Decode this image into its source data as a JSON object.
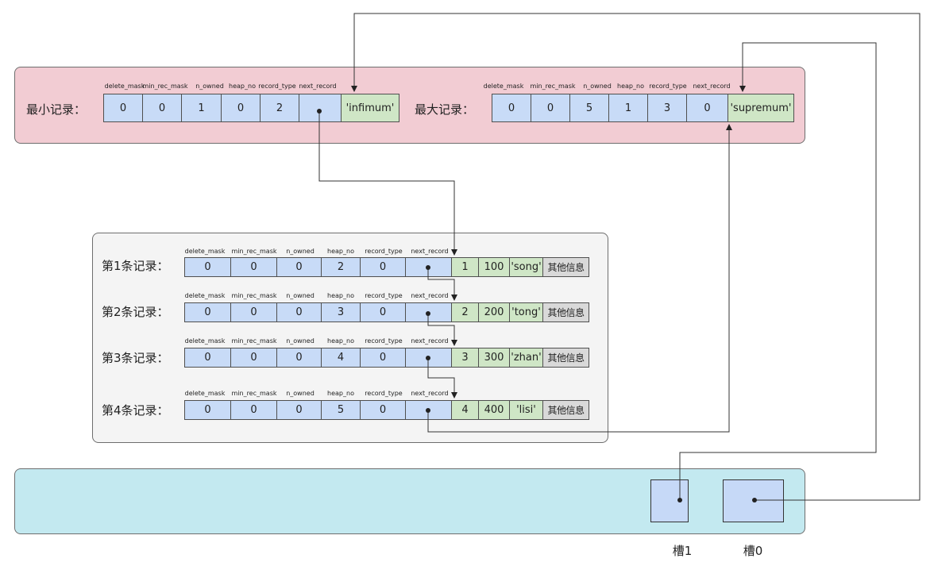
{
  "header_fields": [
    "delete_mask",
    "min_rec_mask",
    "n_owned",
    "heap_no",
    "record_type",
    "next_record"
  ],
  "infimum": {
    "label": "最小记录：",
    "values": [
      "0",
      "0",
      "1",
      "0",
      "2",
      ""
    ],
    "data": "'infimum'"
  },
  "supremum": {
    "label": "最大记录：",
    "values": [
      "0",
      "0",
      "5",
      "1",
      "3",
      "0"
    ],
    "data": "'supremum'"
  },
  "records": [
    {
      "label": "第1条记录：",
      "values": [
        "0",
        "0",
        "0",
        "2",
        "0",
        ""
      ],
      "id": "1",
      "num": "100",
      "name": "'song'",
      "other": "其他信息"
    },
    {
      "label": "第2条记录：",
      "values": [
        "0",
        "0",
        "0",
        "3",
        "0",
        ""
      ],
      "id": "2",
      "num": "200",
      "name": "'tong'",
      "other": "其他信息"
    },
    {
      "label": "第3条记录：",
      "values": [
        "0",
        "0",
        "0",
        "4",
        "0",
        ""
      ],
      "id": "3",
      "num": "300",
      "name": "'zhan'",
      "other": "其他信息"
    },
    {
      "label": "第4条记录：",
      "values": [
        "0",
        "0",
        "0",
        "5",
        "0",
        ""
      ],
      "id": "4",
      "num": "400",
      "name": "'lisi'",
      "other": "其他信息"
    }
  ],
  "slots": [
    "槽1",
    "槽0"
  ],
  "colors": {
    "panel_top": "#f2ccd3",
    "panel_mid": "#f4f4f4",
    "panel_bottom": "#c3e9f0",
    "header_cell": "#c8dbf7",
    "data_cell": "#cfe6c6",
    "other_cell": "#d9d9d9",
    "slot": "#c6d9f7"
  }
}
